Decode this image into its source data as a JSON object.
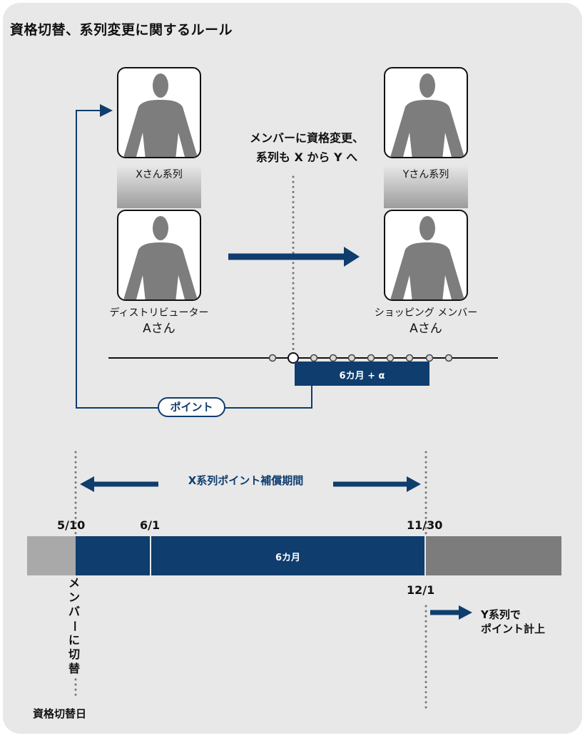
{
  "title": "資格切替、系列変更に関するルール",
  "persons": {
    "x_series_label": "Xさん系列",
    "y_series_label": "Yさん系列",
    "distributor_label": "ディストリビューター",
    "distributor_name": "Aさん",
    "shopping_label": "ショッピング メンバー",
    "shopping_name": "Aさん"
  },
  "center_note": {
    "line1": "メンバーに資格変更、",
    "line2": "系列も X から Y へ"
  },
  "timeline_top": {
    "period_label": "6カ月 + α",
    "point_label": "ポイント"
  },
  "timeline_bottom": {
    "span_label": "X系列ポイント補償期間",
    "date_start": "5/10",
    "date_mid": "6/1",
    "date_end": "11/30",
    "date_next": "12/1",
    "bar_label": "6カ月",
    "vertical_label": [
      "メ",
      "ン",
      "バ",
      "ー",
      "に",
      "切",
      "替"
    ],
    "y_series_line1": "Y系列で",
    "y_series_line2": "ポイント計上",
    "switch_day": "資格切替日"
  },
  "colors": {
    "navy": "#0f3d6e",
    "panel_bg": "#e8e8e8",
    "gray_bar": "#a9a9a9",
    "dark_gray_bar": "#7c7c7c",
    "person_fill": "#7d7d7d"
  }
}
